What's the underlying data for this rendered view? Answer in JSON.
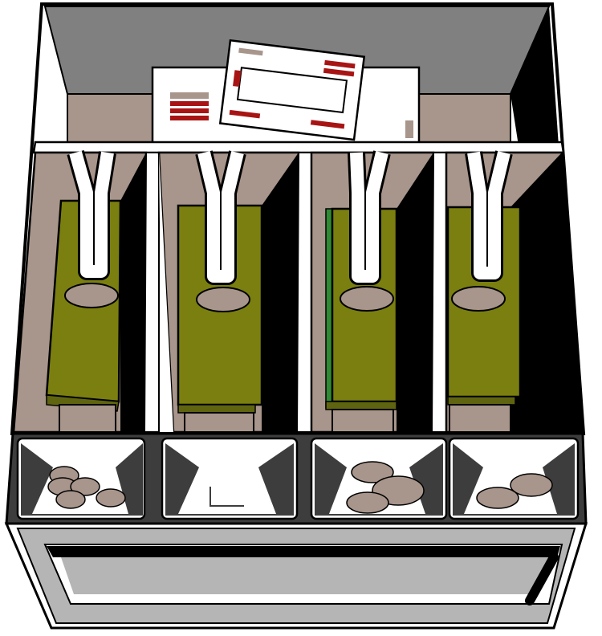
{
  "illustration": {
    "subject": "cash drawer",
    "bill_compartments": 4,
    "coin_cups": 4,
    "coins_per_cup": [
      5,
      0,
      3,
      2
    ],
    "colors": {
      "outline": "#000000",
      "back_wall": "#808080",
      "compartment_taupe": "#a8958b",
      "bill_green": "#7a7f10",
      "bill_edge_green": "#2f8a34",
      "coin": "#a8958b",
      "coin_cup_dark": "#3d3d3d",
      "front_panel": "#b5b5b5",
      "receipt_red": "#a81414",
      "receipt_tan": "#a8958b"
    }
  }
}
